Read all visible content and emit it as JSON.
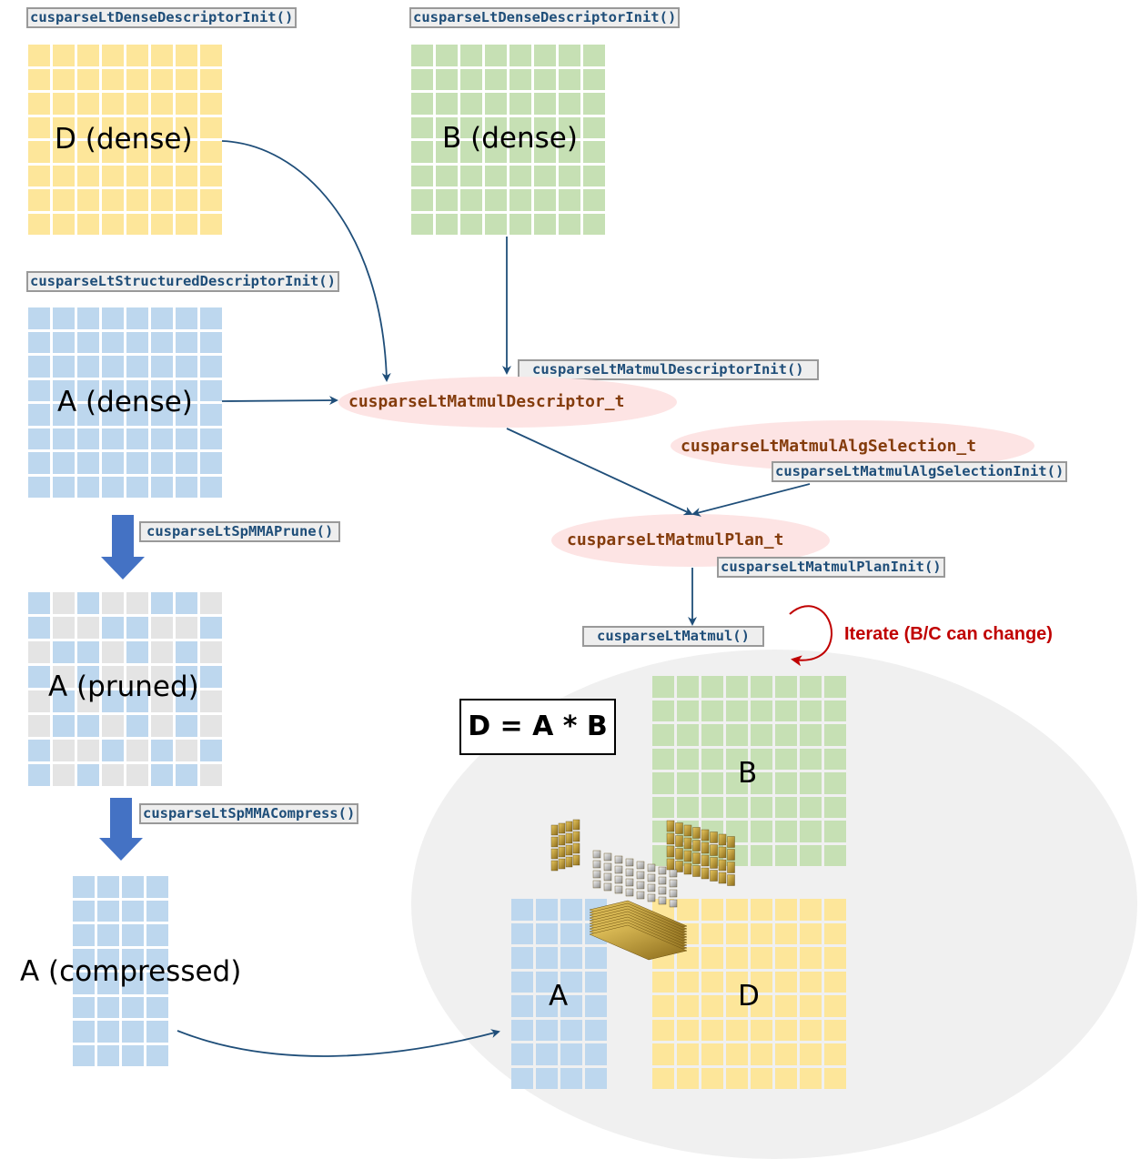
{
  "functions": {
    "dense_init_d": "cusparseLtDenseDescriptorInit()",
    "dense_init_b": "cusparseLtDenseDescriptorInit()",
    "structured_init": "cusparseLtStructuredDescriptorInit()",
    "matmul_desc_init": "cusparseLtMatmulDescriptorInit()",
    "alg_sel_init": "cusparseLtMatmulAlgSelectionInit()",
    "plan_init": "cusparseLtMatmulPlanInit()",
    "prune": "cusparseLtSpMMAPrune()",
    "compress": "cusparseLtSpMMACompress()",
    "matmul": "cusparseLtMatmul()"
  },
  "types": {
    "matmul_descriptor": "cusparseLtMatmulDescriptor_t",
    "alg_selection": "cusparseLtMatmulAlgSelection_t",
    "plan": "cusparseLtMatmulPlan_t"
  },
  "matrices": {
    "d_dense": "D (dense)",
    "b_dense": "B (dense)",
    "a_dense": "A (dense)",
    "a_pruned": "A (pruned)",
    "a_compressed": "A (compressed)",
    "result_a": "A",
    "result_b": "B",
    "result_d": "D"
  },
  "pruned_pattern": [
    [
      1,
      0,
      1,
      0,
      0,
      1,
      1,
      0
    ],
    [
      1,
      0,
      0,
      1,
      1,
      0,
      0,
      1
    ],
    [
      0,
      1,
      1,
      0,
      1,
      0,
      1,
      0
    ],
    [
      1,
      0,
      1,
      0,
      0,
      0,
      1,
      1
    ],
    [
      0,
      1,
      0,
      1,
      1,
      0,
      1,
      0
    ],
    [
      0,
      1,
      1,
      0,
      1,
      0,
      1,
      0
    ],
    [
      1,
      0,
      0,
      1,
      0,
      1,
      0,
      1
    ],
    [
      1,
      0,
      1,
      0,
      0,
      1,
      1,
      0
    ]
  ],
  "equation": "D = A * B",
  "iterate_note": "Iterate (B/C can change)",
  "colors": {
    "yellow": "#fde69a",
    "green": "#c6e0b4",
    "blue": "#bdd7ee",
    "pruned_gray": "#e4e4e4",
    "arrow": "#1f4e79",
    "block_arrow": "#4472c4",
    "type_text": "#843c0c",
    "iterate": "#c00000"
  }
}
